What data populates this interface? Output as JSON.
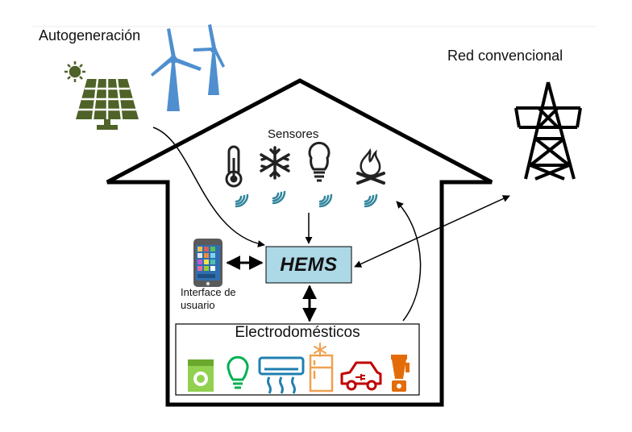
{
  "labels": {
    "self_generation": "Autogeneración",
    "grid": "Red convencional",
    "sensors": "Sensores",
    "hems": "HEMS",
    "user_interface_line1": "Interface de",
    "user_interface_line2": "usuario",
    "appliances": "Electrodomésticos"
  },
  "icons": {
    "sun": "sun-icon",
    "solar_panel": "solar-panel-icon",
    "wind_turbines": "wind-turbine-icon",
    "transmission_tower": "transmission-tower-icon",
    "sensors": [
      "thermometer-icon",
      "snowflake-icon",
      "light-bulb-icon",
      "fire-icon"
    ],
    "phone": "smartphone-icon",
    "appliances": [
      "washing-machine-icon",
      "light-bulb-icon",
      "air-conditioner-icon",
      "refrigerator-icon",
      "electric-car-icon",
      "blender-icon"
    ]
  },
  "colors": {
    "hems_fill": "#add8e6",
    "solar_green": "#4f6228",
    "wind_blue": "#4f8fcf",
    "signal_teal": "#31859c",
    "washer_green": "#92d050",
    "bulb_green": "#00b050",
    "ac_blue": "#1f7fb0",
    "fridge_orange": "#f0a050",
    "car_red": "#c00000",
    "blender_orange": "#e36c09"
  }
}
